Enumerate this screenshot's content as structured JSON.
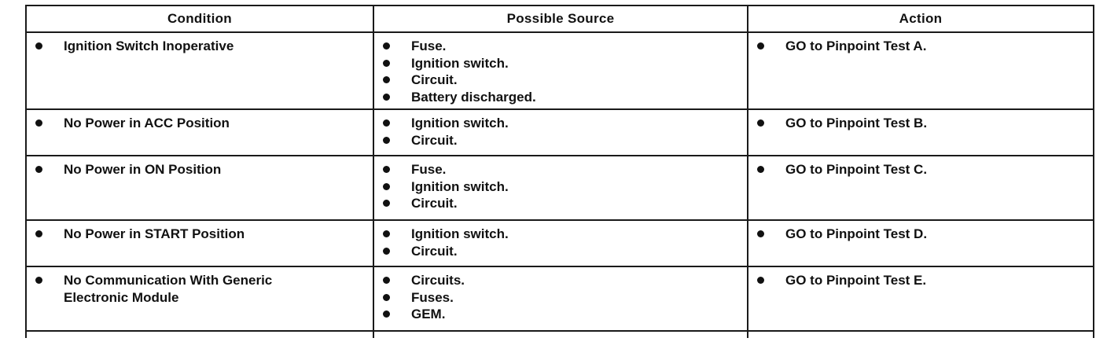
{
  "table": {
    "headers": [
      "Condition",
      "Possible Source",
      "Action"
    ],
    "rows": [
      {
        "condition": [
          "Ignition Switch Inoperative"
        ],
        "sources": [
          "Fuse.",
          "Ignition switch.",
          "Circuit.",
          "Battery discharged."
        ],
        "action": "GO to Pinpoint Test A."
      },
      {
        "condition": [
          "No Power in ACC Position"
        ],
        "sources": [
          "Ignition switch.",
          "Circuit."
        ],
        "action": "GO to Pinpoint Test B."
      },
      {
        "condition": [
          "No Power in ON Position"
        ],
        "sources": [
          "Fuse.",
          "Ignition switch.",
          "Circuit."
        ],
        "action": "GO to Pinpoint Test C."
      },
      {
        "condition": [
          "No Power in START Position"
        ],
        "sources": [
          "Ignition switch.",
          "Circuit."
        ],
        "action": "GO to Pinpoint Test D."
      },
      {
        "condition": [
          "No Communication With Generic",
          "Electronic Module"
        ],
        "sources": [
          "Circuits.",
          "Fuses.",
          "GEM."
        ],
        "action": "GO to Pinpoint Test E."
      }
    ]
  }
}
